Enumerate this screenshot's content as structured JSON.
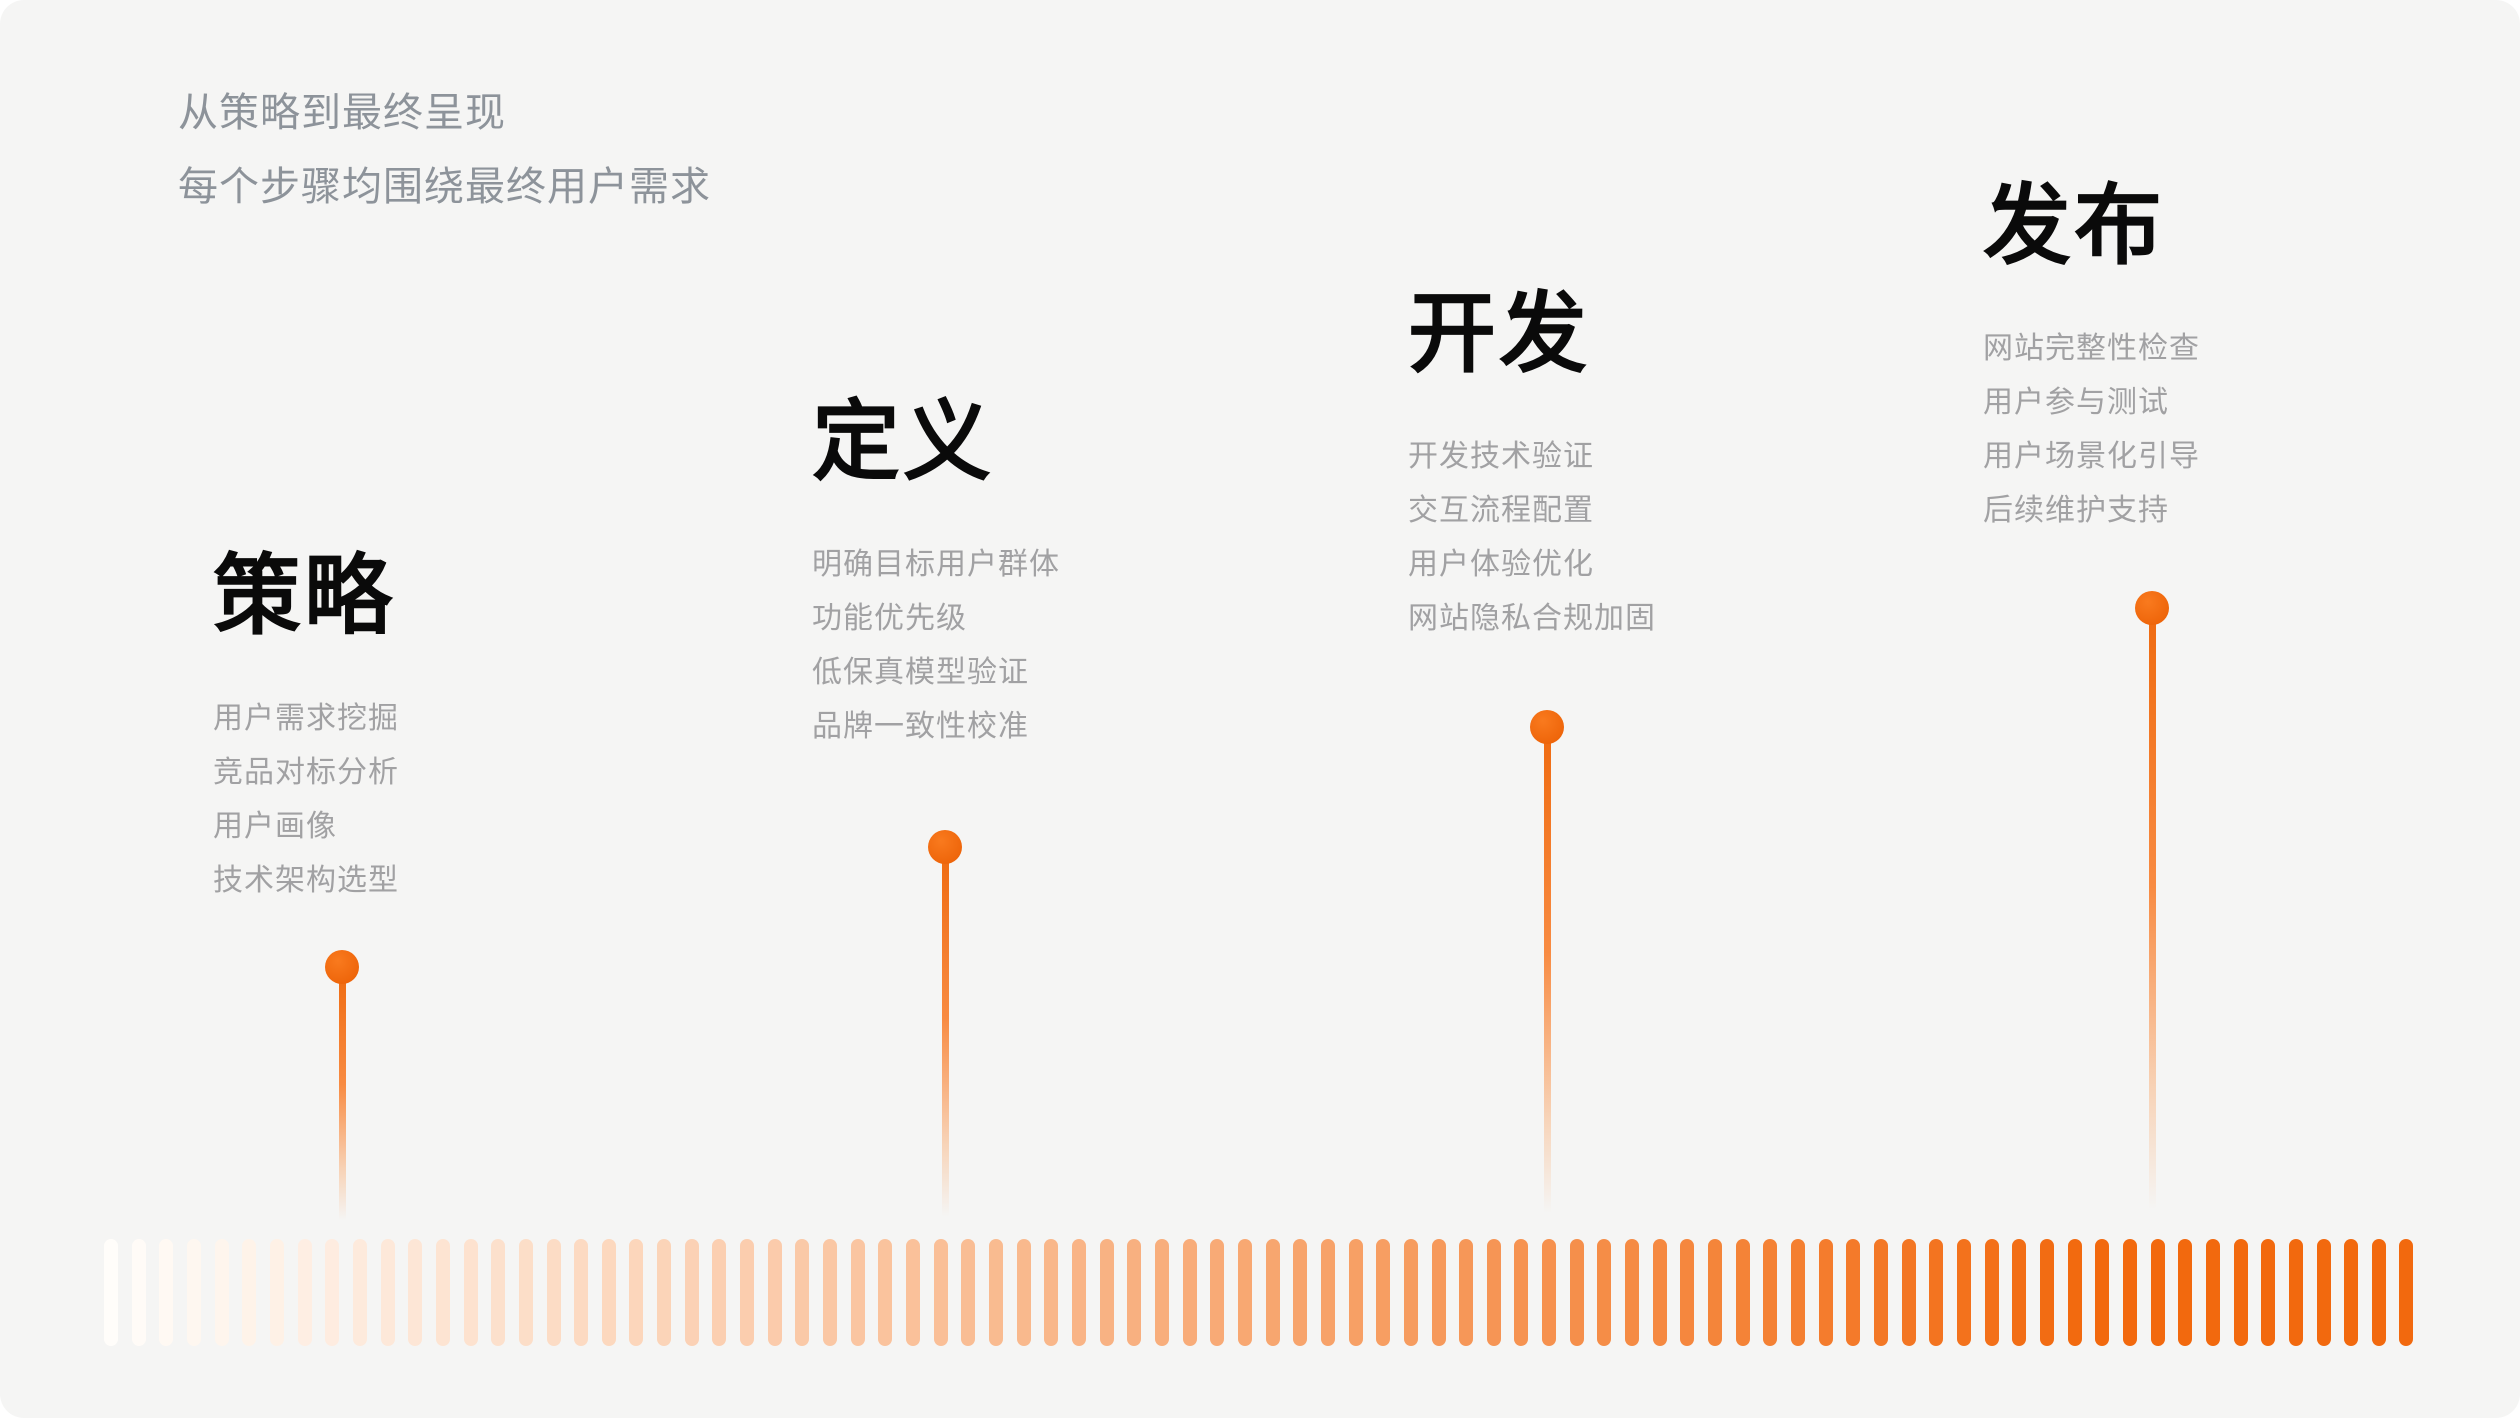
{
  "header": {
    "line1": "从策略到最终呈现",
    "line2": "每个步骤均围绕最终用户需求"
  },
  "stages": [
    {
      "title": "策略",
      "items": [
        "用户需求挖掘",
        "竞品对标分析",
        "用户画像",
        "技术架构选型"
      ]
    },
    {
      "title": "定义",
      "items": [
        "明确目标用户群体",
        "功能优先级",
        "低保真模型验证",
        "品牌一致性校准"
      ]
    },
    {
      "title": "开发",
      "items": [
        "开发技术验证",
        "交互流程配置",
        "用户体验优化",
        "网站隐私合规加固"
      ]
    },
    {
      "title": "发布",
      "items": [
        "网站完整性检查",
        "用户参与测试",
        "用户场景化引导",
        "后续维护支持"
      ]
    }
  ],
  "timeline": {
    "bar_count": 84,
    "bar_start_color": "#FFFDFA",
    "bar_end_color": "#F2690E",
    "saturation_point": 0.86
  },
  "colors": {
    "accent": "#F2690E",
    "dot": "#EE650A",
    "stage_title_text": "#0A0A0A",
    "stage_item_text": "#A1A1A3",
    "header_text": "#8D939A",
    "card_background": "#F5F5F4",
    "page_background": "#FFFFFF"
  }
}
